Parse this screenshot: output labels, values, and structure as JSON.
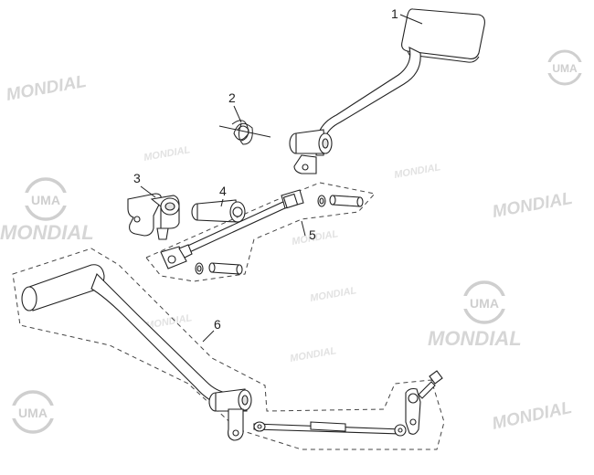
{
  "diagram": {
    "callouts": [
      {
        "id": "1",
        "label": "1"
      },
      {
        "id": "2",
        "label": "2"
      },
      {
        "id": "3",
        "label": "3"
      },
      {
        "id": "4",
        "label": "4"
      },
      {
        "id": "5",
        "label": "5"
      },
      {
        "id": "6",
        "label": "6"
      }
    ],
    "watermark": {
      "brand": "MONDIAL",
      "logo": "UMA"
    }
  }
}
